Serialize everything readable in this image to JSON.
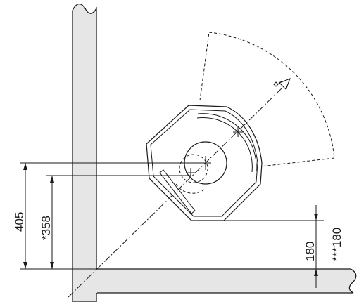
{
  "dimensions": {
    "wall_to_stove_center": "405",
    "wall_to_stove_center_alt": "*358",
    "floor_to_stove_edge": "180",
    "floor_to_stove_edge_alt": "***180"
  }
}
